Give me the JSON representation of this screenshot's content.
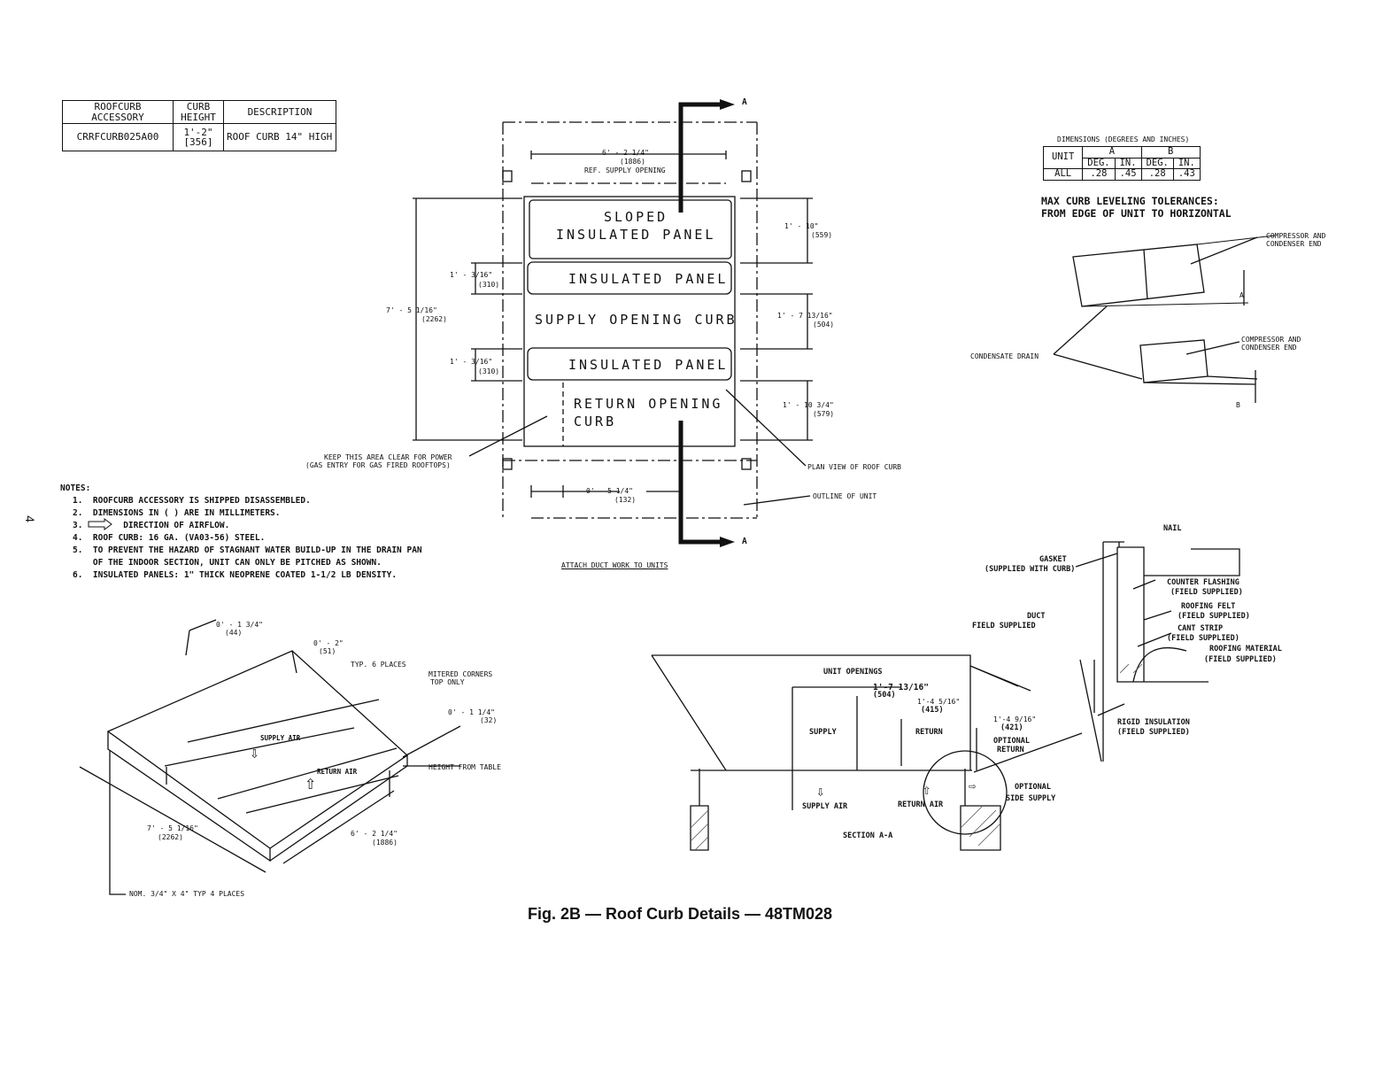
{
  "accessory_table": {
    "headers": [
      "ROOFCURB ACCESSORY",
      "CURB HEIGHT",
      "DESCRIPTION"
    ],
    "rows": [
      [
        "CRRFCURB025A00",
        "1'-2\" [356]",
        "ROOF CURB 14\" HIGH"
      ]
    ]
  },
  "page_number": "4",
  "notes": {
    "heading": "NOTES:",
    "items": [
      "1.  ROOFCURB ACCESSORY IS SHIPPED DISASSEMBLED.",
      "2.  DIMENSIONS IN ( ) ARE IN MILLIMETERS.",
      "3.        DIRECTION OF AIRFLOW.",
      "4.  ROOF CURB: 16 GA. (VA03-56) STEEL.",
      "5.  TO PREVENT THE HAZARD OF STAGNANT WATER BUILD-UP IN THE DRAIN PAN",
      "    OF THE INDOOR SECTION, UNIT CAN ONLY BE PITCHED AS SHOWN.",
      "6.  INSULATED PANELS: 1\" THICK NEOPRENE COATED 1-1/2 LB DENSITY."
    ]
  },
  "plan_view": {
    "panels": [
      "SLOPED",
      "INSULATED PANEL",
      "INSULATED PANEL",
      "SUPPLY OPENING CURB",
      "INSULATED PANEL",
      "RETURN OPENING",
      "CURB"
    ],
    "section_marker": "A",
    "dim_top": [
      "6' - 2 1/4\"",
      "(1886)",
      "REF. SUPPLY OPENING"
    ],
    "dim_left_total": [
      "7' - 5 1/16\"",
      "(2262)"
    ],
    "dim_left_panel1": [
      "1' - 3/16\"",
      "(310)"
    ],
    "dim_left_panel2": [
      "1' - 3/16\"",
      "(310)"
    ],
    "dim_right_1": [
      "1' - 10\"",
      "(559)"
    ],
    "dim_right_2": [
      "1' - 7 13/16\"",
      "(504)"
    ],
    "dim_right_3": [
      "1' - 10 3/4\"",
      "(579)"
    ],
    "dim_bottom": [
      "0' - 5 1/4\"",
      "(132)"
    ],
    "keep_clear": [
      "KEEP THIS AREA CLEAR FOR POWER",
      "(GAS ENTRY FOR GAS FIRED ROOFTOPS)"
    ],
    "plan_label": "PLAN VIEW OF ROOF CURB",
    "outline_label": "OUTLINE OF UNIT",
    "attach_label": "ATTACH DUCT WORK TO UNITS"
  },
  "tolerance": {
    "caption": "DIMENSIONS (DEGREES AND INCHES)",
    "col_headers": [
      "UNIT",
      "A",
      "B"
    ],
    "sub_headers": [
      "DEG.",
      "IN.",
      "DEG.",
      "IN."
    ],
    "row": [
      "ALL",
      ".28",
      ".45",
      ".28",
      ".43"
    ],
    "title": [
      "MAX CURB LEVELING TOLERANCES:",
      "FROM EDGE OF UNIT TO HORIZONTAL"
    ],
    "comp_label": [
      "COMPRESSOR AND",
      "CONDENSER END"
    ],
    "drain_label": "CONDENSATE DRAIN",
    "a_label": "A",
    "b_label": "B"
  },
  "iso_view": {
    "d1": [
      "0' - 1 3/4\"",
      "(44)"
    ],
    "d2": [
      "0' - 2\"",
      "(51)"
    ],
    "typ": "TYP. 6 PLACES",
    "mitered": [
      "MITERED CORNERS",
      "TOP ONLY"
    ],
    "d3": [
      "0' - 1 1/4\"",
      "(32)"
    ],
    "height": "HEIGHT FROM TABLE",
    "supply_air": "SUPPLY AIR",
    "return_air": "RETURN AIR",
    "d4": [
      "7' - 5 1/16\"",
      "(2262)"
    ],
    "d5": [
      "6' - 2 1/4\"",
      "(1886)"
    ],
    "nom": "NOM. 3/4\" X 4\"  TYP 4 PLACES"
  },
  "section": {
    "unit_openings": "UNIT OPENINGS",
    "d1": [
      "1'-7 13/16\"",
      "(504)"
    ],
    "d2": [
      "1'-4 5/16\"",
      "(415)"
    ],
    "d3": [
      "1'-4 9/16\"",
      "(421)"
    ],
    "supply": "SUPPLY",
    "return": "RETURN",
    "opt_return": [
      "OPTIONAL",
      "RETURN"
    ],
    "supply_air": "SUPPLY AIR",
    "return_air": "RETURN AIR",
    "opt_side": [
      "OPTIONAL",
      "SIDE SUPPLY"
    ],
    "title": "SECTION A-A"
  },
  "detail": {
    "nail": "NAIL",
    "gasket": [
      "GASKET",
      "(SUPPLIED WITH CURB)"
    ],
    "counter": [
      "COUNTER FLASHING",
      "(FIELD SUPPLIED)"
    ],
    "felt": [
      "ROOFING FELT",
      "(FIELD SUPPLIED)"
    ],
    "cant": [
      "CANT STRIP",
      "(FIELD SUPPLIED)"
    ],
    "roofing": [
      "ROOFING MATERIAL",
      "(FIELD SUPPLIED)"
    ],
    "duct": [
      "DUCT",
      "FIELD SUPPLIED"
    ],
    "rigid": [
      "RIGID INSULATION",
      "(FIELD SUPPLIED)"
    ]
  },
  "caption": "Fig. 2B — Roof Curb Details — 48TM028"
}
